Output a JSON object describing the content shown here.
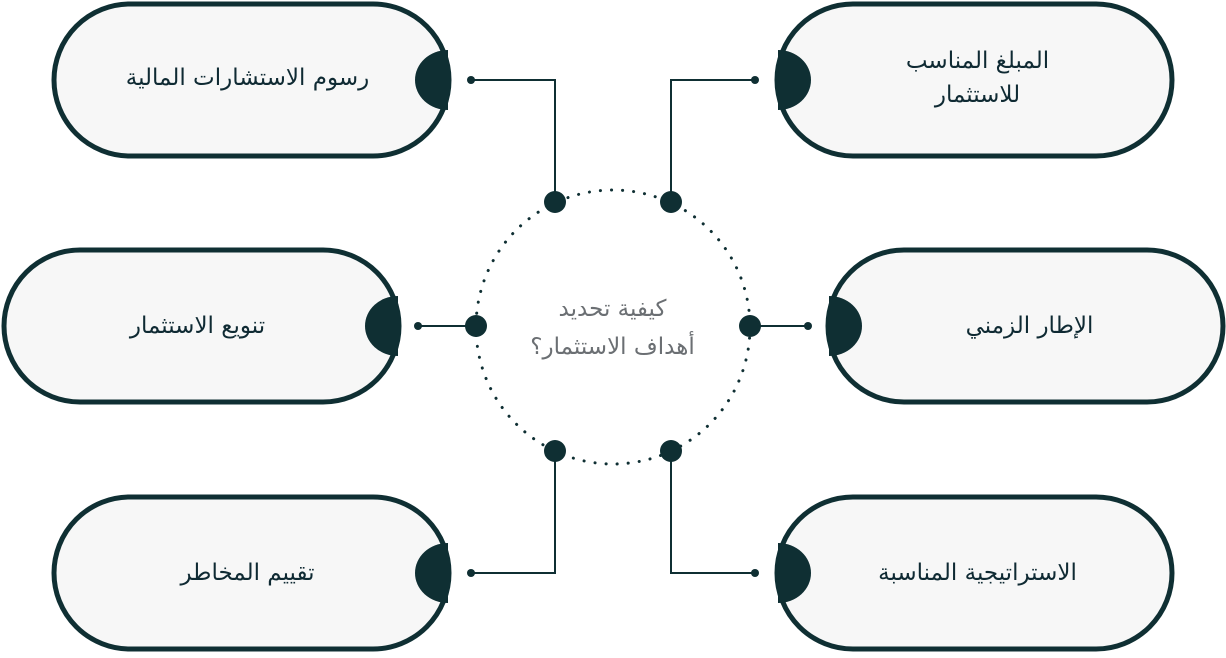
{
  "colors": {
    "stroke": "#0f2f33",
    "fill": "#f7f7f7",
    "text_dark": "#0f2a33",
    "text_center": "#6b6f73"
  },
  "center": {
    "line1": "كيفية تحديد",
    "line2": "أهداف الاستثمار؟"
  },
  "nodes": {
    "top_left": "رسوم الاستشارات المالية",
    "top_right_line1": "المبلغ المناسب",
    "top_right_line2": "للاستثمار",
    "middle_left": "تنويع الاستثمار",
    "middle_right": "الإطار الزمني",
    "bottom_left": "تقييم المخاطر",
    "bottom_right": "الاستراتيجية المناسبة"
  }
}
